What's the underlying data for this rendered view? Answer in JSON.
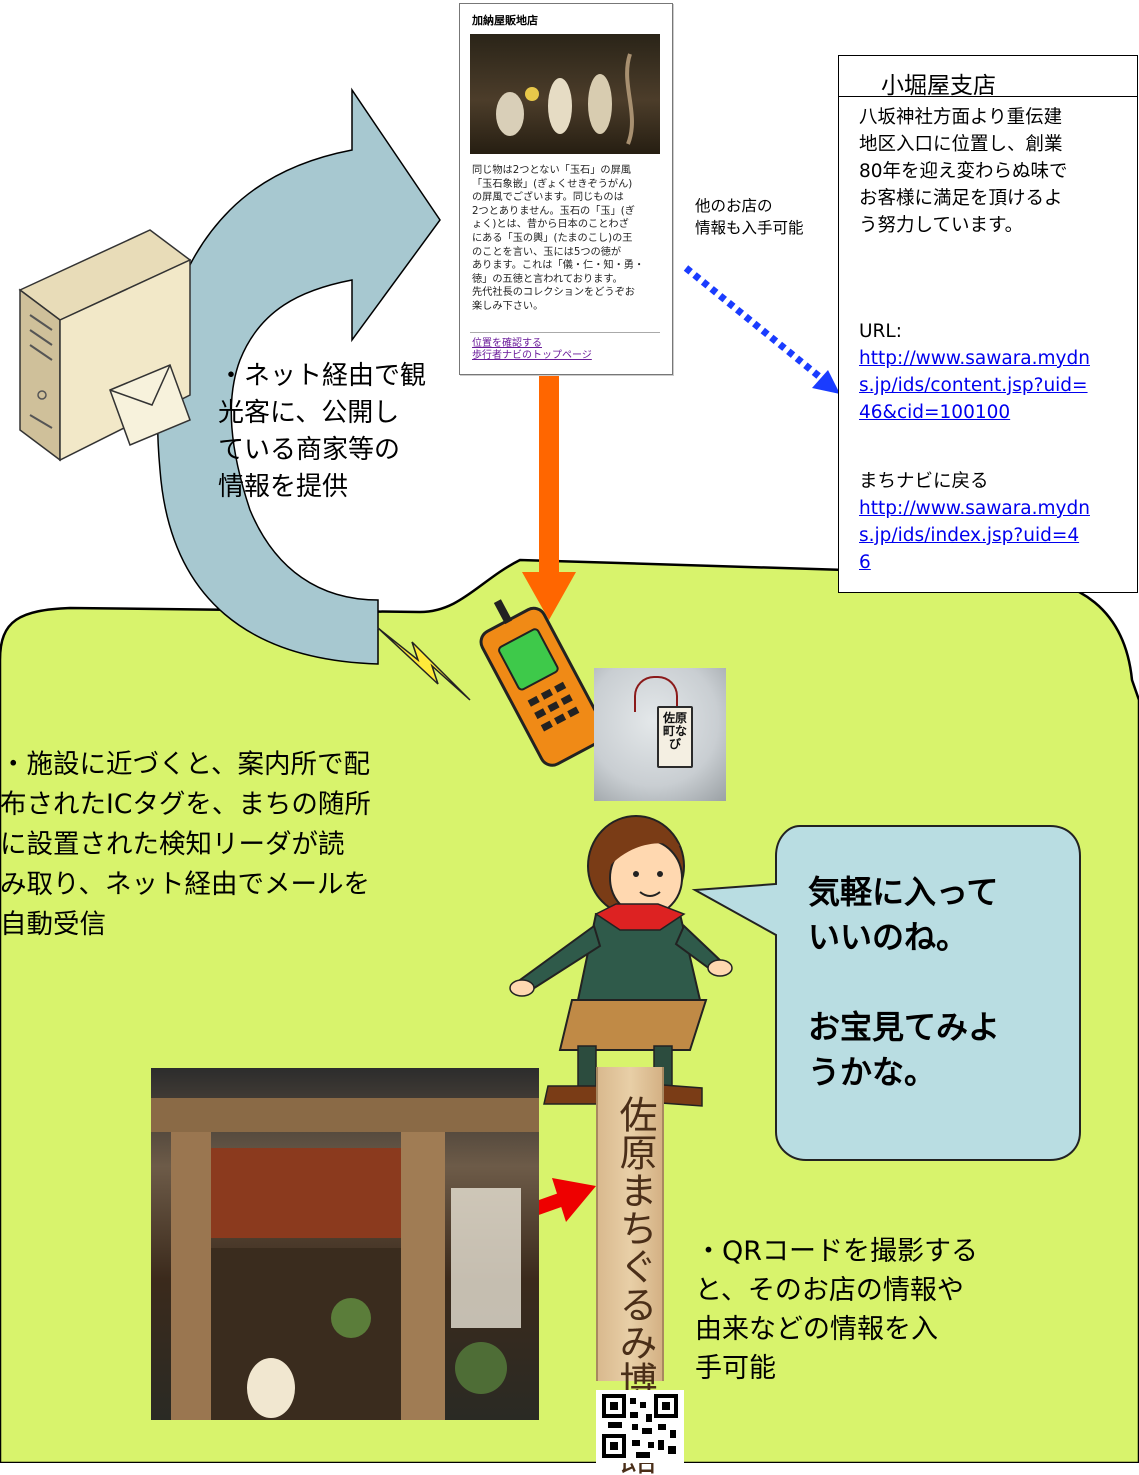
{
  "phone_page": {
    "title": "加納屋販地店",
    "body": "同じ物は2つとない「玉石」の屏風\n「玉石象嵌」(ぎょくせきぞうがん)\nの屏風でございます。同じものは\n2つとありません。玉石の「玉」(ぎ\nょく)とは、昔から日本のことわざ\nにある「玉の輿」(たまのこし)の王\nのことを言い、玉には5つの徳が\nあります。これは「儀・仁・知・勇・\n徳」の五徳と言われております。\n先代社長のコレクションをどうぞお\n楽しみ下さい。",
    "links": "位置を確認する\n歩行者ナビのトップページ"
  },
  "other_shops_note": "他のお店の\n情報も入手可能",
  "info_box": {
    "title": "小堀屋支店",
    "description": "八坂神社方面より重伝建\n地区入口に位置し、創業\n80年を迎え変わらぬ味で\nお客様に満足を頂けるよ\nう努力しています。",
    "url_label": "URL:",
    "url": "http://www.sawara.mydn\ns.jp/ids/content.jsp?uid=\n46&cid=100100",
    "back_label": "まちナビに戻る",
    "back_url": "http://www.sawara.mydn\ns.jp/ids/index.jsp?uid=4\n6"
  },
  "server_caption": "・ネット経由で観\n光客に、公開し\nている商家等の\n情報を提供",
  "ic_tag_caption": "・施設に近づくと、案内所で配\n布されたICタグを、まちの随所\nに設置された検知リーダが読\nみ取り、ネット経由でメールを\n自動受信",
  "tag_label": "佐原\n町な\nび",
  "speech_bubble": "気軽に入って\nいいのね。\n\nお宝見てみよ\nうかな。",
  "signboard_text": "佐原まちぐるみ博物館",
  "qr_caption": "・QRコードを撮影する\nと、そのお店の情報や\n由来などの情報を入\n手可能",
  "colors": {
    "zone_green": "#d8f36c",
    "arrow_blue_grey": "#a7c8d0",
    "orange_arrow": "#ff6600",
    "dotted_arrow": "#1a3cff",
    "highlight_ellipse": "#e8001c",
    "bubble_fill": "#b9dde2",
    "red_arrow": "#ee0000"
  },
  "icons": [
    "server-icon",
    "envelope-icon",
    "lightning-icon",
    "mobile-phone-icon",
    "walking-girl-icon",
    "qr-code-icon"
  ]
}
